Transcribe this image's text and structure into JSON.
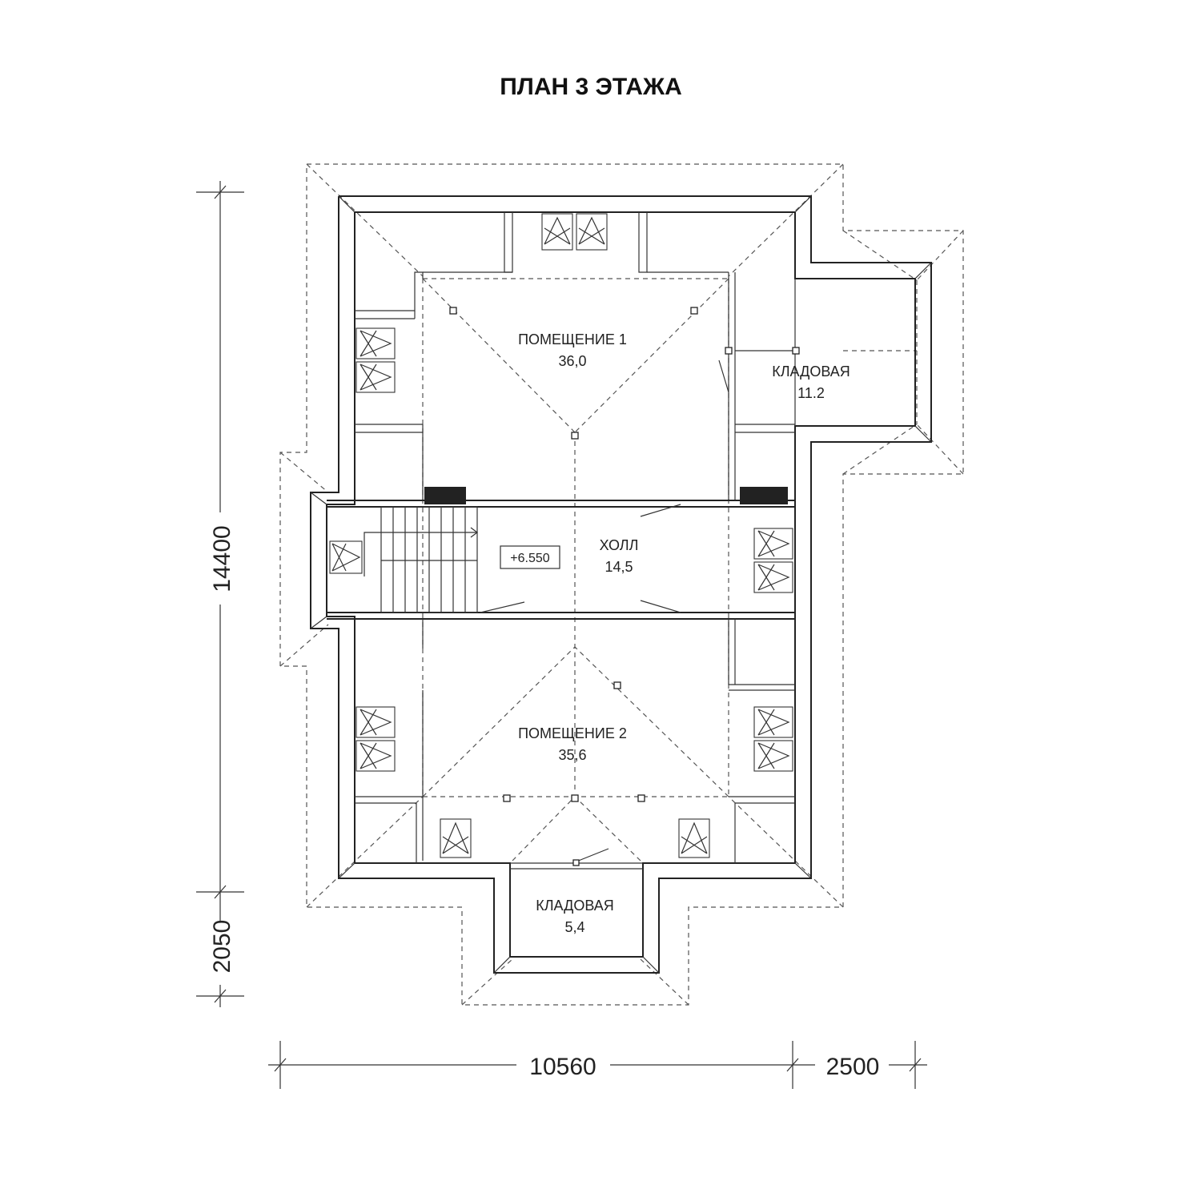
{
  "title": "ПЛАН 3 ЭТАЖА",
  "rooms": [
    {
      "name": "ПОМЕЩЕНИЕ 1",
      "area": "36,0"
    },
    {
      "name": "КЛАДОВАЯ",
      "area": "11.2"
    },
    {
      "name": "ХОЛЛ",
      "area": "14,5"
    },
    {
      "name": "ПОМЕЩЕНИЕ 2",
      "area": "35,6"
    },
    {
      "name": "КЛАДОВАЯ",
      "area": "5,4"
    }
  ],
  "level_mark": "+6.550",
  "dimensions": {
    "vertical_main": "14400",
    "vertical_extension": "2050",
    "horizontal_main": "10560",
    "horizontal_extension": "2500"
  }
}
